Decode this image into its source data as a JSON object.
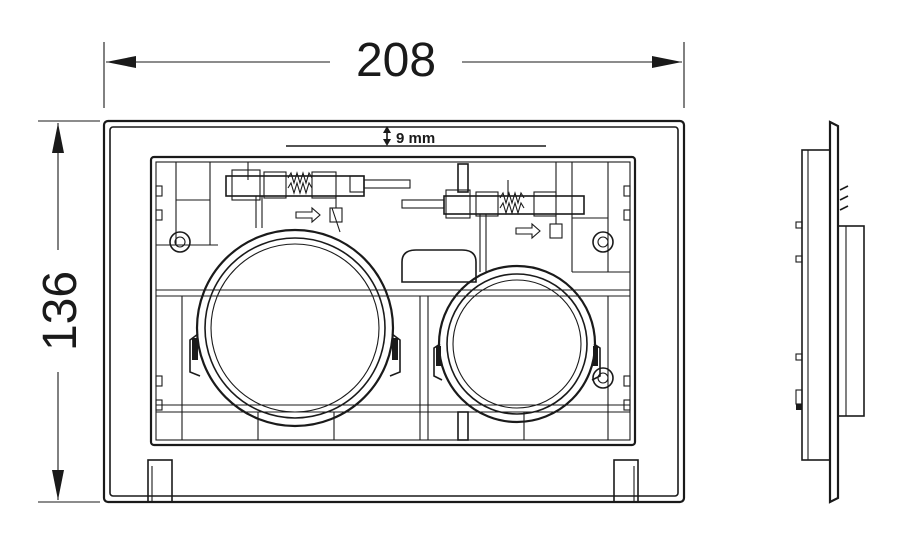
{
  "dimensions": {
    "width_label": "208",
    "height_label": "136",
    "depth_offset_label": "9 mm"
  },
  "colors": {
    "line": "#1a1a1a",
    "background": "#ffffff"
  }
}
